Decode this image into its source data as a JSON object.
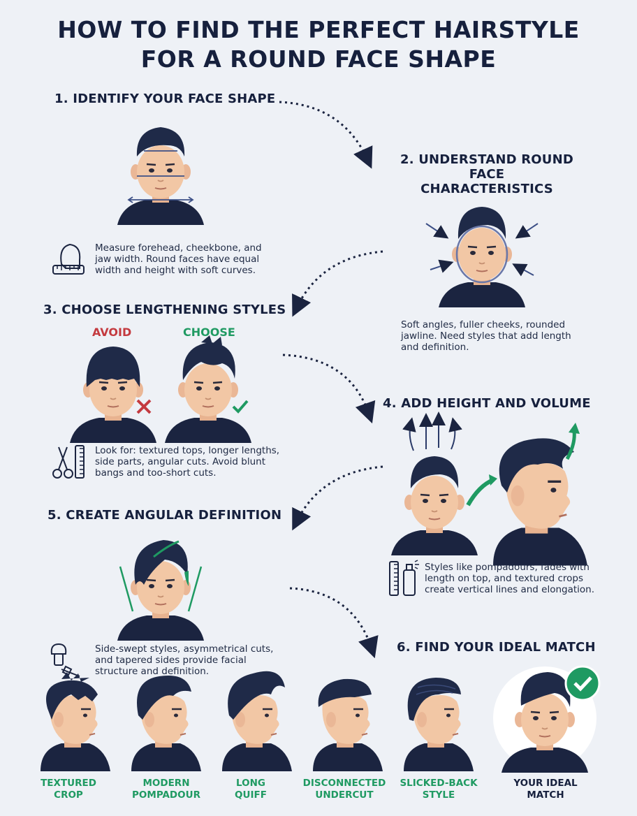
{
  "title": {
    "line1": "HOW TO FIND THE PERFECT HAIRSTYLE",
    "line2": "FOR A ROUND FACE SHAPE"
  },
  "steps": [
    {
      "heading": "1. IDENTIFY YOUR FACE SHAPE",
      "lines": [
        "Measure forehead, cheekbone, and",
        "jaw width. Round faces have equal",
        "width and height with soft curves."
      ]
    },
    {
      "heading_line1": "2. UNDERSTAND ROUND FACE",
      "heading_line2": "CHARACTERISTICS",
      "lines": [
        "Soft angles, fuller cheeks, rounded",
        "jawline. Need styles that add length",
        "and definition."
      ]
    },
    {
      "heading": "3. CHOOSE LENGTHENING STYLES",
      "avoid_label": "AVOID",
      "choose_label": "CHOOSE",
      "lines": [
        "Look for: textured tops, longer lengths,",
        "side parts, angular cuts. Avoid blunt",
        "bangs and too-short cuts."
      ]
    },
    {
      "heading": "4. ADD HEIGHT AND VOLUME",
      "lines": [
        "Styles like pompadours, fades with",
        "length on top, and textured crops",
        "create vertical lines and elongation."
      ]
    },
    {
      "heading": "5. CREATE ANGULAR DEFINITION",
      "lines": [
        "Side-swept styles, asymmetrical cuts,",
        "and tapered sides provide facial",
        "structure and definition."
      ]
    },
    {
      "heading": "6. FIND YOUR IDEAL MATCH"
    }
  ],
  "styles": [
    {
      "line1": "TEXTURED",
      "line2": "CROP"
    },
    {
      "line1": "MODERN",
      "line2": "POMPADOUR"
    },
    {
      "line1": "LONG",
      "line2": "QUIFF"
    },
    {
      "line1": "DISCONNECTED",
      "line2": "UNDERCUT"
    },
    {
      "line1": "SLICKED-BACK",
      "line2": "STYLE"
    },
    {
      "line1": "YOUR IDEAL",
      "line2": "MATCH"
    }
  ],
  "icons": {
    "measure": "head-measure-icon",
    "tools": "scissors-comb-icon",
    "products": "comb-spray-icon",
    "razor": "shaving-brush-razor-icon",
    "check": "check-icon",
    "cross": "cross-icon"
  },
  "colors": {
    "navy": "#1b2440",
    "skin": "#f2c7a5",
    "hair": "#1f2a48",
    "green": "#1f9a62",
    "red": "#c43a3f",
    "background": "#eef1f6"
  }
}
